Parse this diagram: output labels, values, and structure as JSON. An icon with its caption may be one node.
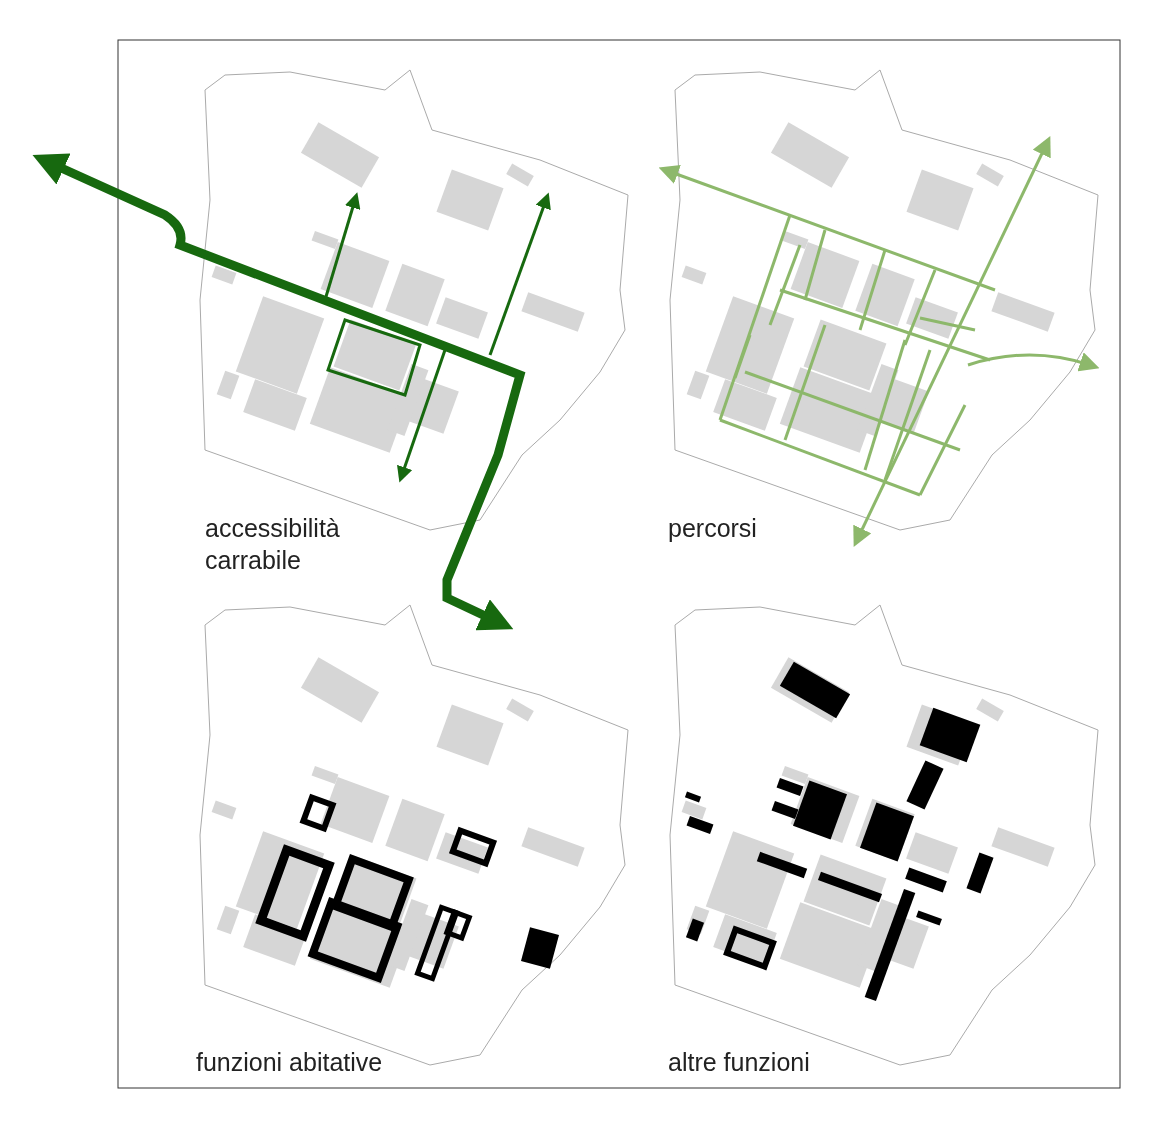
{
  "diagram": {
    "labels": [
      "accessibilità carrabile",
      "percorsi",
      "funzioni abitative",
      "altre funzioni"
    ]
  }
}
